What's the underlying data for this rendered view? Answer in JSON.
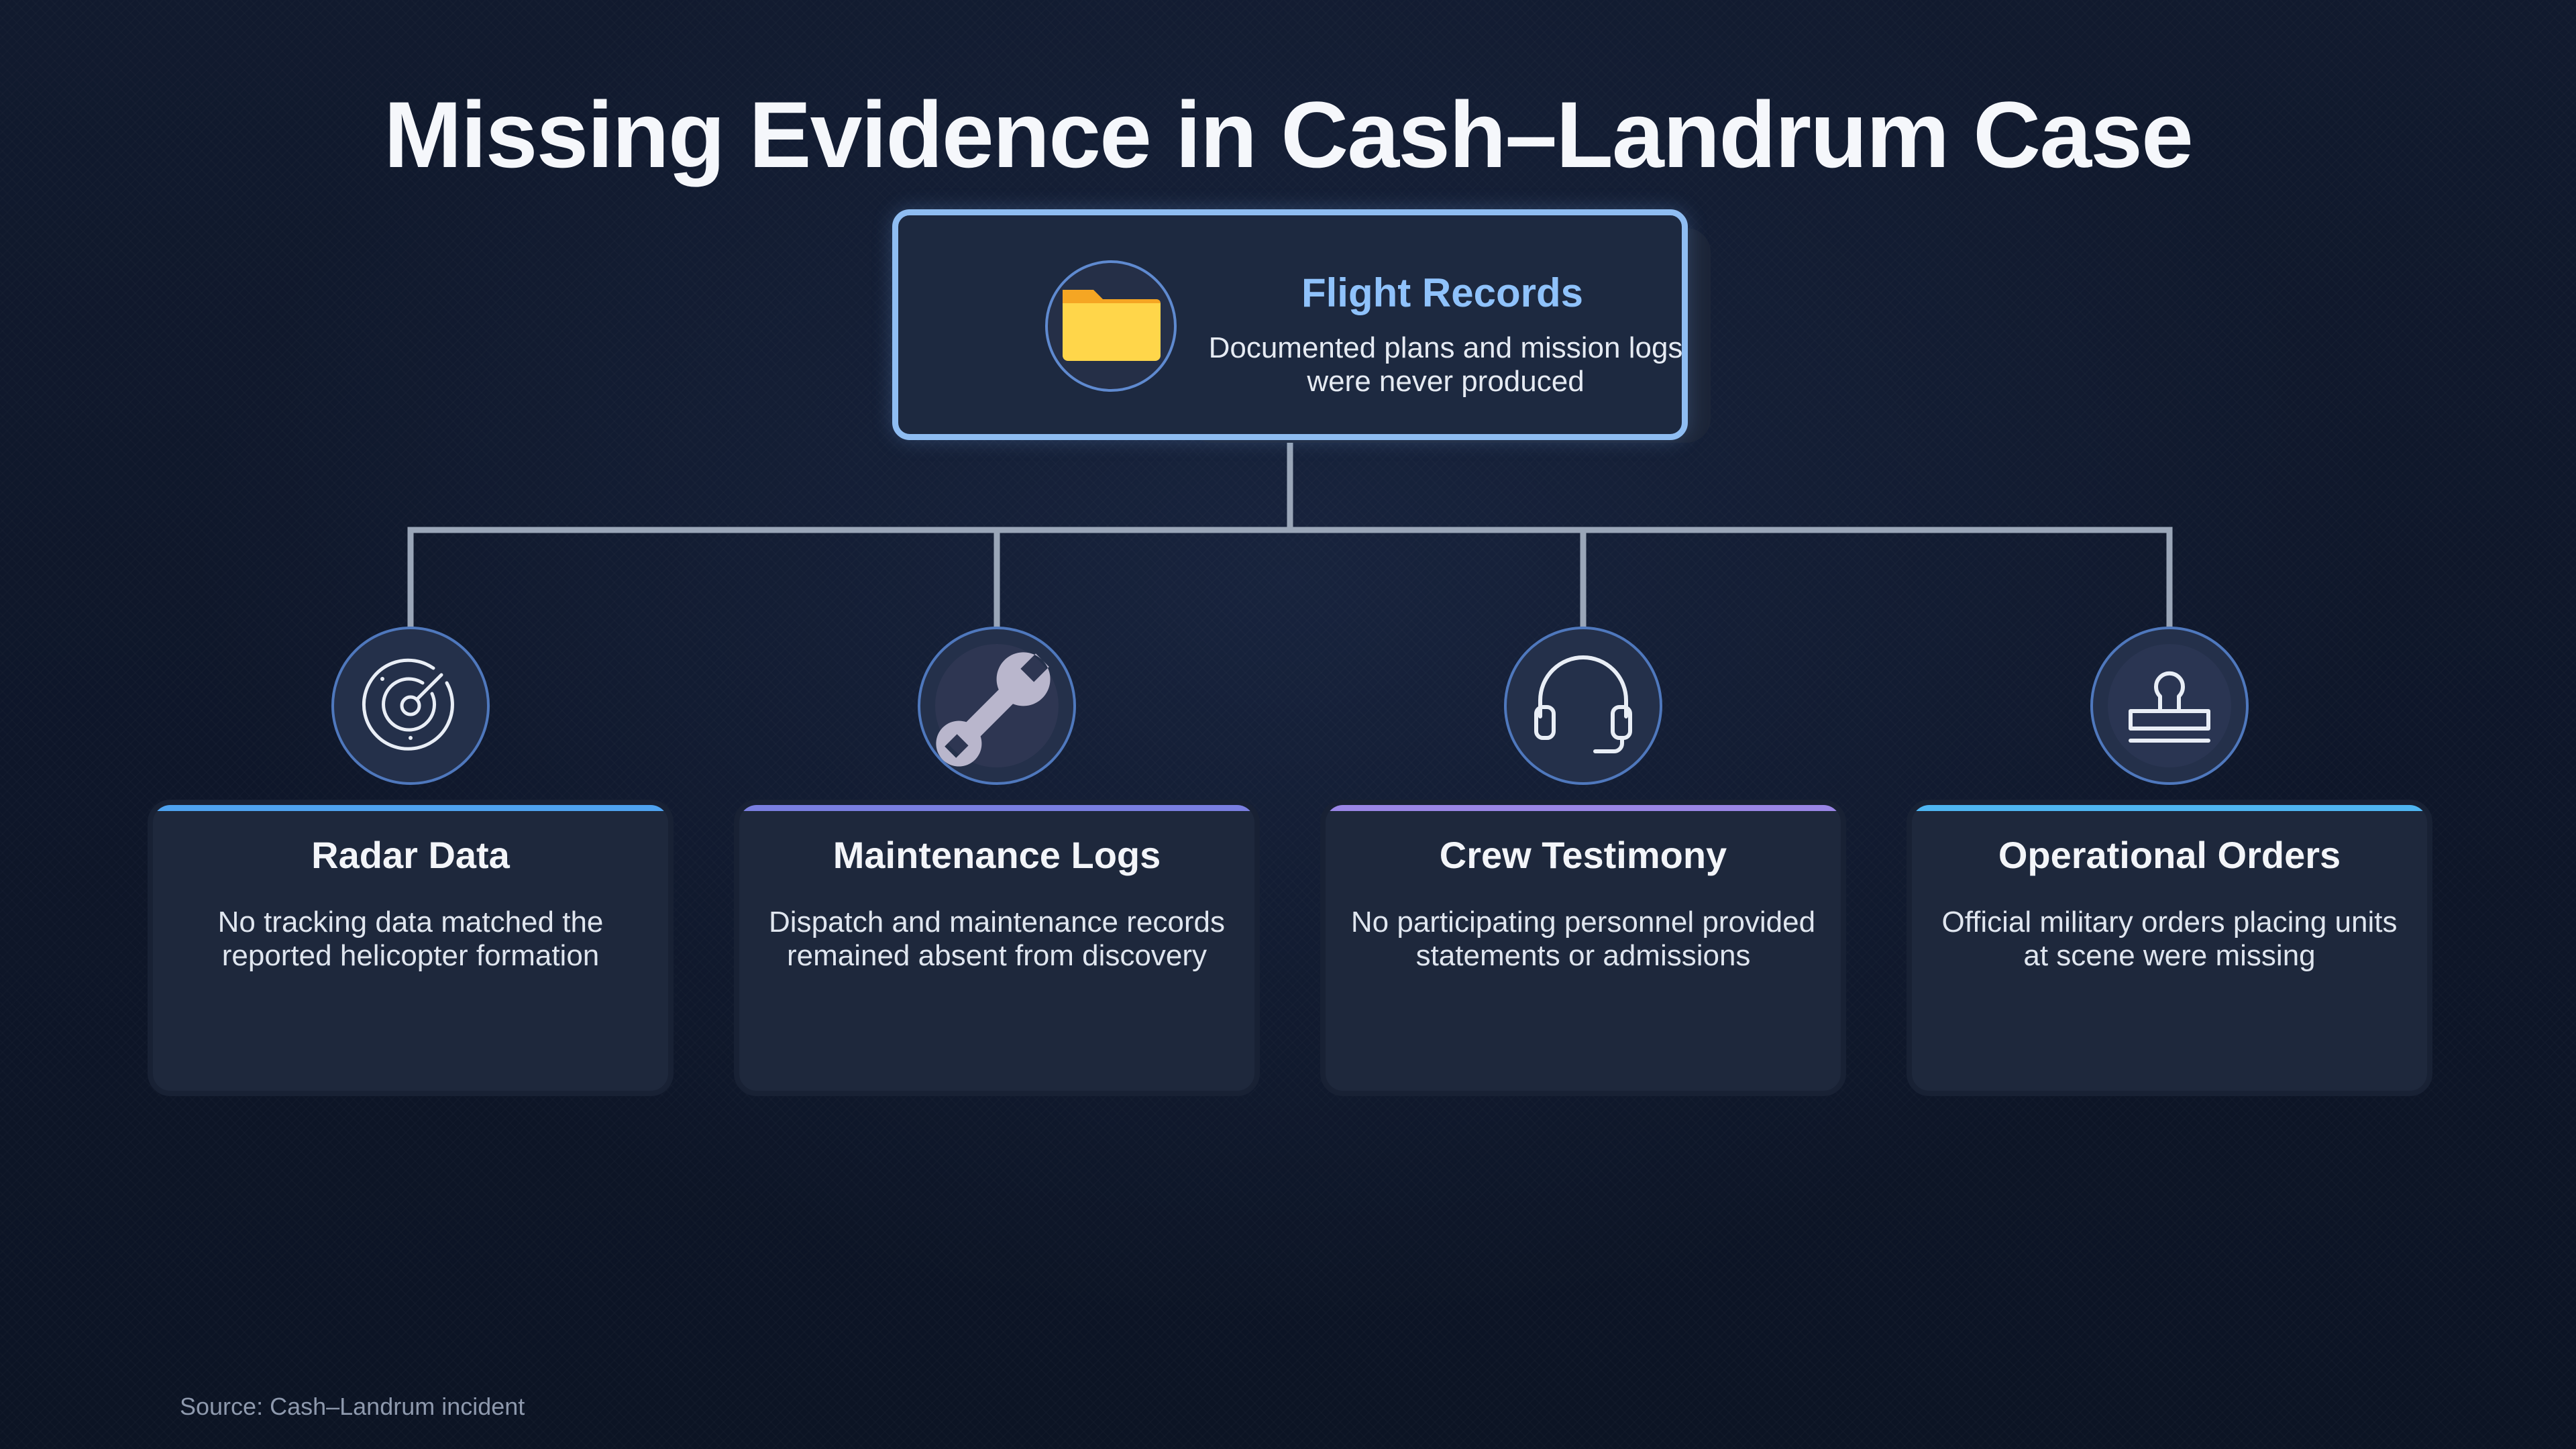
{
  "title": "Missing Evidence in Cash–Landrum Case",
  "root": {
    "title": "Flight Records",
    "description": "Documented plans and mission logs were never produced",
    "icon": "folder-icon"
  },
  "children": [
    {
      "title": "Radar Data",
      "description": "No tracking data matched the reported helicopter formation",
      "icon": "radar-icon",
      "accent": "#4fa3f0"
    },
    {
      "title": "Maintenance Logs",
      "description": "Dispatch and maintenance records remained absent from discovery",
      "icon": "wrench-icon",
      "accent": "#7a7fe0"
    },
    {
      "title": "Crew Testimony",
      "description": "No participating personnel provided statements or admissions",
      "icon": "headset-icon",
      "accent": "#9a86e6"
    },
    {
      "title": "Operational Orders",
      "description": "Official military orders placing units at scene were missing",
      "icon": "stamp-icon",
      "accent": "#4fb6f2"
    }
  ],
  "source": "Source: Cash–Landrum incident"
}
